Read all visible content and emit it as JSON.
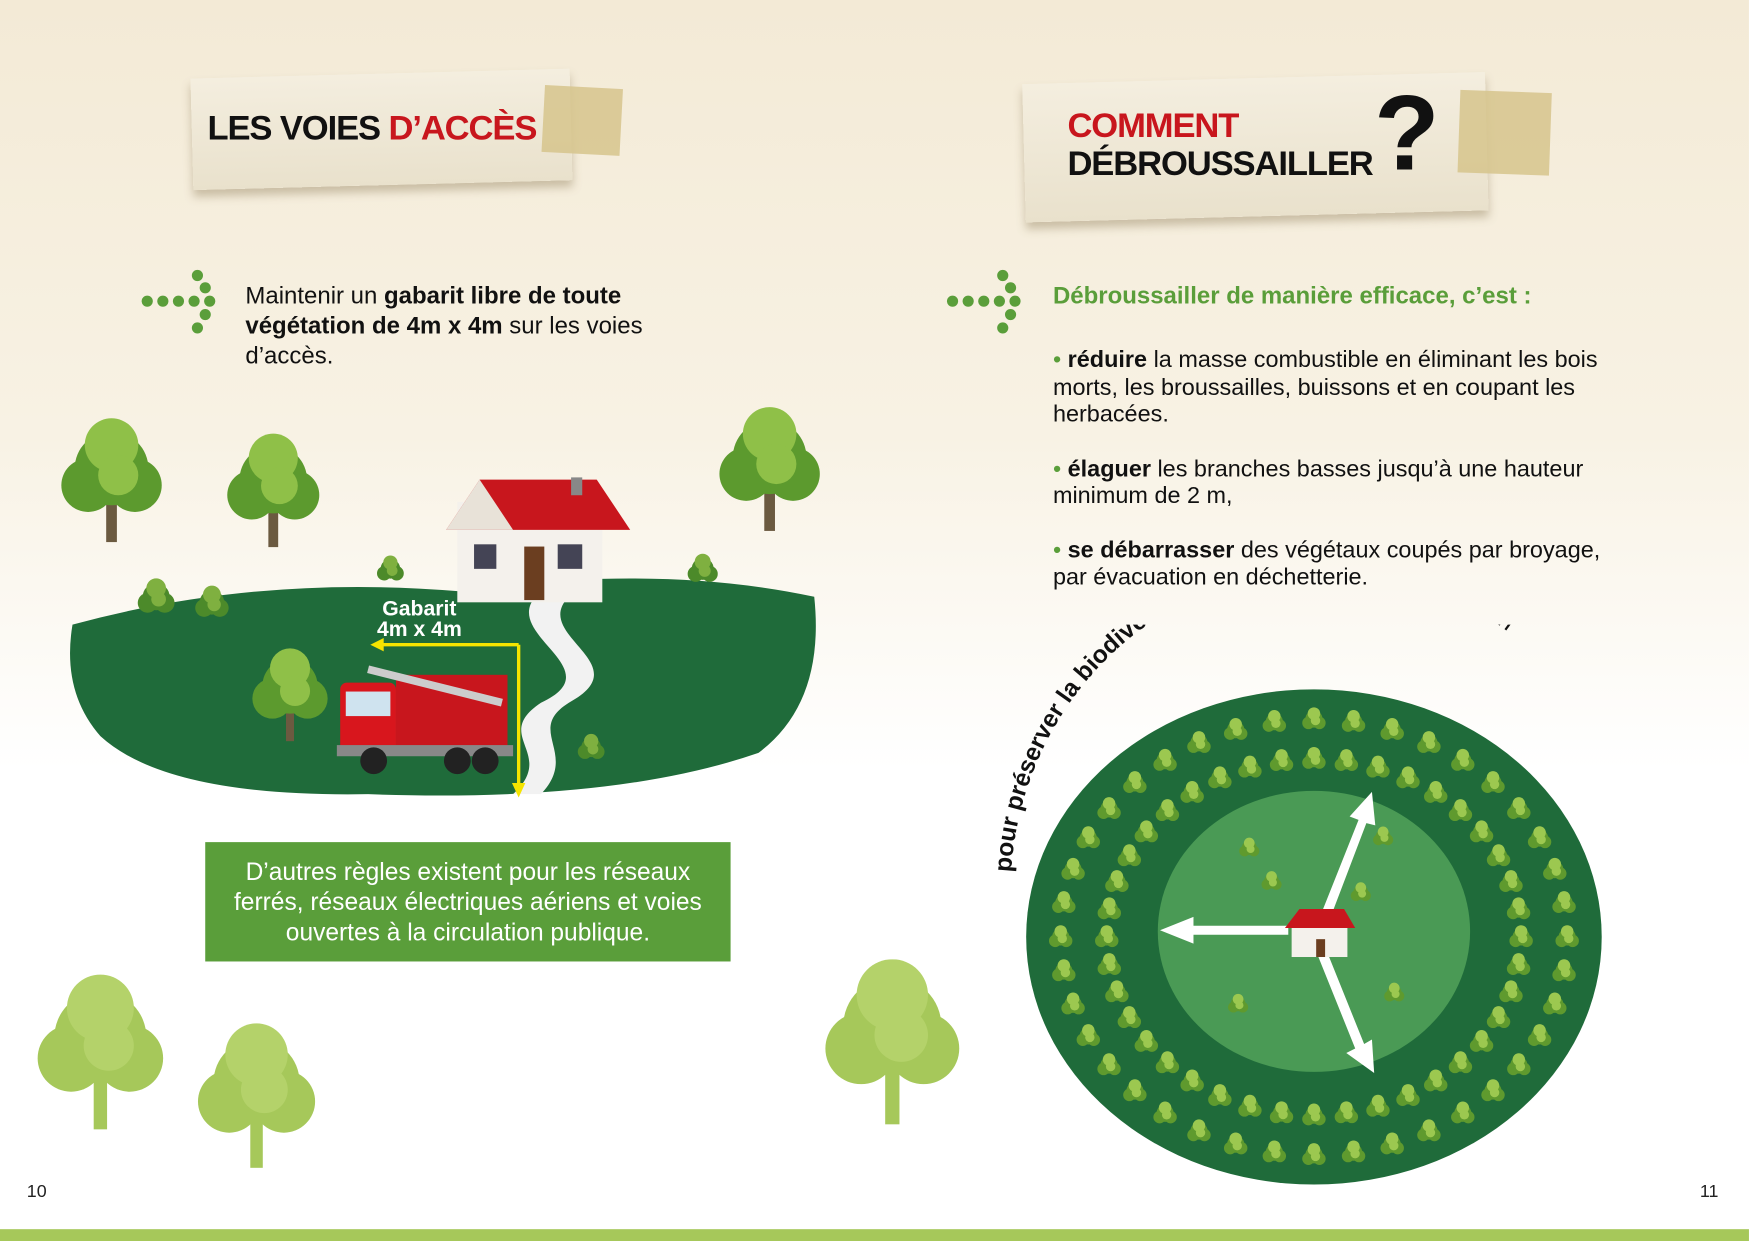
{
  "left_page": {
    "title_part1": "LES VOIES ",
    "title_part2": "D’ACCÈS",
    "intro": {
      "t1": "Maintenir un ",
      "b1": "gabarit libre de toute végétation de 4m x 4m",
      "t2": " sur les voies d’accès."
    },
    "illustration_label_1": "Gabarit",
    "illustration_label_2": "4m x 4m",
    "note": "D’autres règles existent pour les réseaux ferrés, réseaux électriques aériens et voies ouvertes à la circulation publique.",
    "page_number": "10"
  },
  "right_page": {
    "title_line1": "COMMENT",
    "title_line2": "DÉBROUSSAILLER",
    "title_mark": "?",
    "lead": "Débroussailler de manière efficace, c’est :",
    "bullets": [
      {
        "bold": "réduire",
        "text": " la masse combustible en éliminant les bois morts, les broussailles, buissons et en coupant les herbacées."
      },
      {
        "bold": "élaguer",
        "text": " les branches basses jusqu’à une hauteur minimum de 2 m,"
      },
      {
        "bold": "se débarrasser",
        "text": " des végétaux coupés par broyage, par évacuation en déchetterie."
      }
    ],
    "arc_bold": "pour préserver la biodiversité,",
    "arc_text": " suivre le sens de progression",
    "page_number": "11"
  },
  "colors": {
    "accent_green": "#5a9e3a",
    "title_red": "#c8161d",
    "dark_green": "#1f6b3a",
    "light_green": "#a6c85a"
  }
}
